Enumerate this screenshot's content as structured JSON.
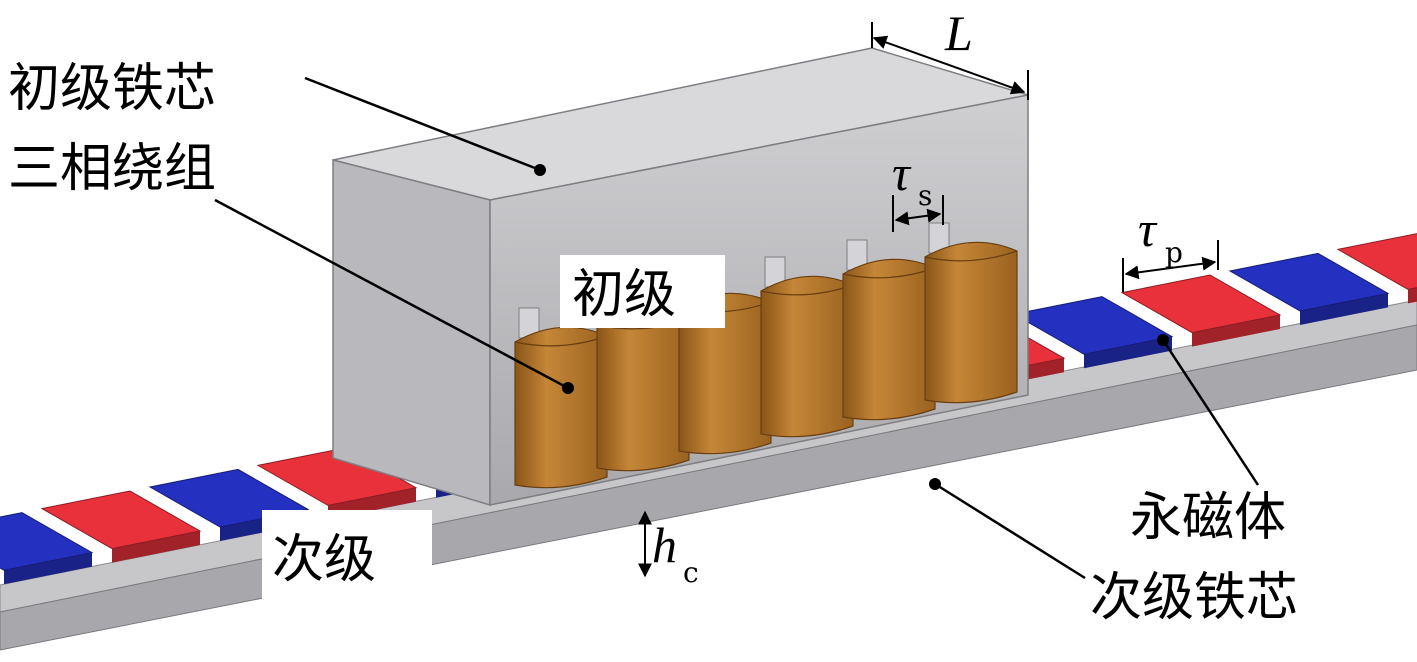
{
  "labels": {
    "primary_core": "初级铁芯",
    "three_phase_winding": "三相绕组",
    "primary": "初级",
    "secondary": "次级",
    "permanent_magnet": "永磁体",
    "secondary_core": "次级铁芯"
  },
  "dimensions": {
    "length": {
      "symbol": "L",
      "subscript": ""
    },
    "slot_pitch": {
      "symbol": "τ",
      "subscript": "s"
    },
    "pole_pitch": {
      "symbol": "τ",
      "subscript": "p"
    },
    "core_height": {
      "symbol": "h",
      "subscript": "c"
    }
  },
  "colors": {
    "magnet_north": "#e8313a",
    "magnet_south": "#2330c0",
    "core_gray": "#b4b4b8",
    "coil_copper": "#b8762a"
  }
}
